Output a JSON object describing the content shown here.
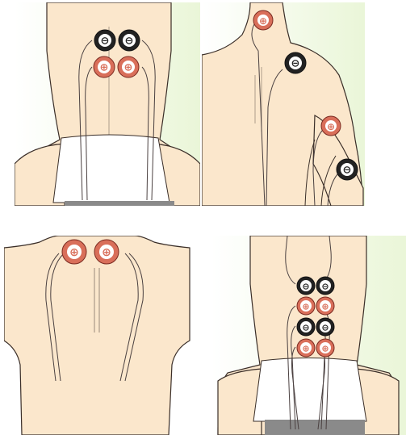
{
  "panels": [
    {
      "id": "lower-back",
      "pads": [
        {
          "polarity": "negative",
          "symbol": "⊖"
        },
        {
          "polarity": "negative",
          "symbol": "⊖"
        },
        {
          "polarity": "positive",
          "symbol": "⊕"
        },
        {
          "polarity": "positive",
          "symbol": "⊕"
        }
      ]
    },
    {
      "id": "shoulder-arm",
      "pads": [
        {
          "polarity": "positive",
          "symbol": "⊕"
        },
        {
          "polarity": "negative",
          "symbol": "⊖"
        },
        {
          "polarity": "positive",
          "symbol": "⊕"
        },
        {
          "polarity": "negative",
          "symbol": "⊖"
        }
      ]
    },
    {
      "id": "neck",
      "pads": [
        {
          "polarity": "positive",
          "symbol": "⊕"
        },
        {
          "polarity": "positive",
          "symbol": "⊕"
        }
      ]
    },
    {
      "id": "full-back",
      "pads": [
        {
          "polarity": "negative",
          "symbol": "⊖"
        },
        {
          "polarity": "negative",
          "symbol": "⊖"
        },
        {
          "polarity": "positive",
          "symbol": "⊕"
        },
        {
          "polarity": "positive",
          "symbol": "⊕"
        },
        {
          "polarity": "negative",
          "symbol": "⊖"
        },
        {
          "polarity": "negative",
          "symbol": "⊖"
        },
        {
          "polarity": "positive",
          "symbol": "⊕"
        },
        {
          "polarity": "positive",
          "symbol": "⊕"
        }
      ]
    }
  ],
  "colors": {
    "skin": "#fbe7cc",
    "background_gradient_end": "#eaf6d8",
    "negative_pad": "#222222",
    "positive_pad": "#d96f5a",
    "cloth": "#ffffff",
    "bench": "#8a8a8a"
  }
}
